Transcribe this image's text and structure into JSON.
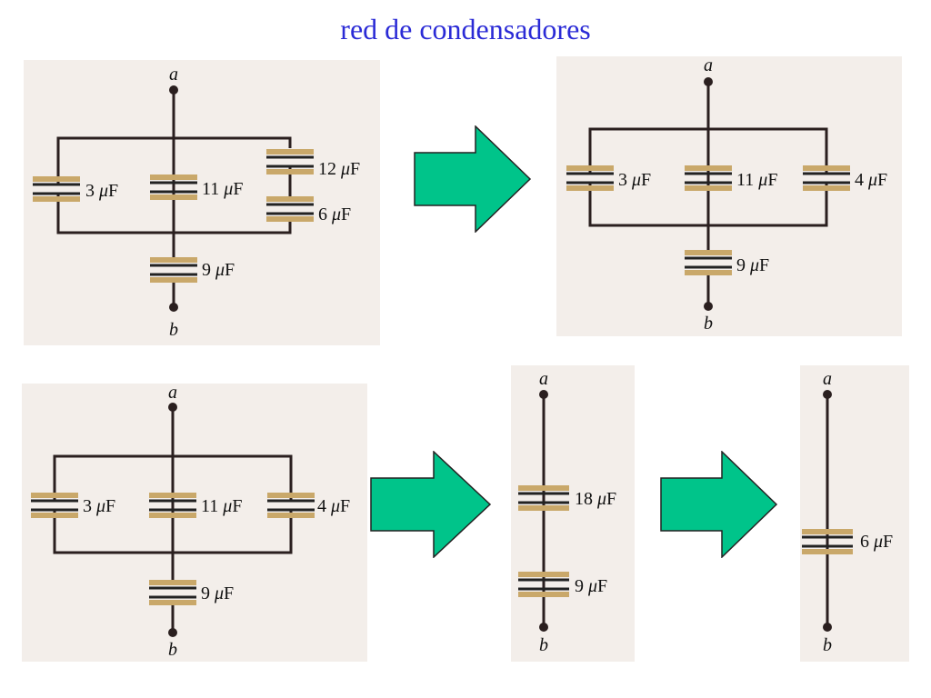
{
  "title": "red de condensadores",
  "colors": {
    "title": "#2b2bd6",
    "arrow_fill": "#00c48a",
    "paper": "#f3eeea",
    "plate": "#c9a86a",
    "wire": "#2a1f1f"
  },
  "node_labels": {
    "top": "a",
    "bottom": "b"
  },
  "unit": "F",
  "unit_prefix": "μ",
  "panels": [
    {
      "capacitors": {
        "c3": "3",
        "c11": "11",
        "c12": "12",
        "c6": "6",
        "c9": "9"
      }
    },
    {
      "capacitors": {
        "c3": "3",
        "c11": "11",
        "c4": "4",
        "c9": "9"
      }
    },
    {
      "capacitors": {
        "c3": "3",
        "c11": "11",
        "c4": "4",
        "c9": "9"
      }
    },
    {
      "capacitors": {
        "c18": "18",
        "c9": "9"
      }
    },
    {
      "capacitors": {
        "c6": "6"
      }
    }
  ],
  "arrows": [
    "arrow-1",
    "arrow-2",
    "arrow-3"
  ]
}
